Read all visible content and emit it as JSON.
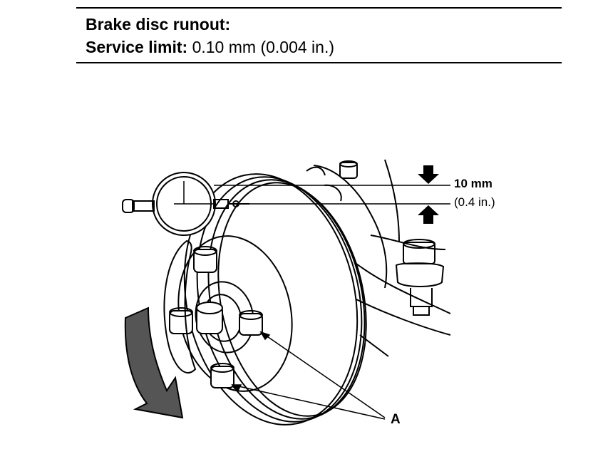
{
  "spec": {
    "title": "Brake disc runout:",
    "limit_label": "Service limit:",
    "limit_value": "0.10 mm (0.004 in.)"
  },
  "illustration": {
    "dimension_metric": "10 mm",
    "dimension_imperial": "(0.4 in.)",
    "callout_letter": "A"
  }
}
